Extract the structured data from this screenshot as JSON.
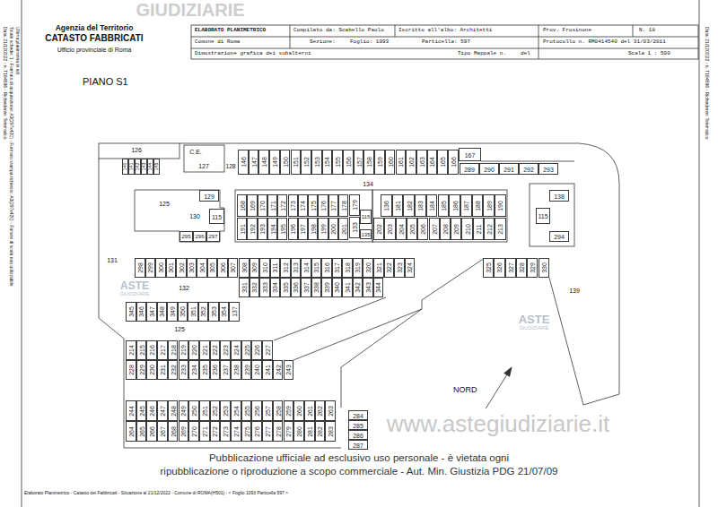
{
  "diagram": {
    "labels": [
      "GIUDIZIARIE",
      "Agenzia del Territorio",
      "CATASTO FABBRICATI",
      "Ufficio provinciale di Roma",
      "ELABORATO PLANIMETRICO",
      "Compilato da: Scabello Paolo",
      "Iscritto all'albo: Architetti",
      "Prov. Frosinone",
      "N. 18",
      "Comune di Roma",
      "Sezione:",
      "Foglio: 1093",
      "Particella: 597",
      "Protocollo n. RM0414540 del 31/03/2011",
      "Dimostrazione grafica dei subalterni",
      "Tipo Mappale n.",
      "del",
      "Scala 1 : 500",
      "PIANO S1",
      "Data: 21/12/2022 - n. T164596 - Richiedente: Telematico",
      "Totale schede: 1 - Formato di acquisizione: A3(297x420) - Formato stampa richiesto: A3(297x420) - Fattore di scala non utilizzabile",
      "Ultima planimetria in atti",
      "Data: 21/12/2022 - n. T164596 - Richiedente: Telematico",
      "126",
      "C.E.",
      "127",
      "128",
      "140",
      "141",
      "142",
      "143",
      "144",
      "145",
      "146",
      "147",
      "148",
      "149",
      "150",
      "151",
      "152",
      "153",
      "154",
      "155",
      "156",
      "157",
      "158",
      "159",
      "160",
      "161",
      "162",
      "163",
      "164",
      "165",
      "166",
      "167",
      "289",
      "290",
      "291",
      "292",
      "293",
      "134",
      "125",
      "129",
      "130",
      "115",
      "168",
      "169",
      "170",
      "171",
      "172",
      "173",
      "174",
      "175",
      "176",
      "177",
      "178",
      "179",
      "115",
      "136",
      "181",
      "182",
      "183",
      "184",
      "185",
      "186",
      "187",
      "188",
      "189",
      "190",
      "138",
      "115",
      "191",
      "192",
      "193",
      "194",
      "195",
      "196",
      "197",
      "198",
      "199",
      "200",
      "201",
      "133",
      "135",
      "202",
      "203",
      "204",
      "205",
      "206",
      "207",
      "208",
      "209",
      "210",
      "211",
      "212",
      "213",
      "295",
      "296",
      "297",
      "294",
      "131",
      "298",
      "299",
      "300",
      "301",
      "302",
      "303",
      "304",
      "305",
      "306",
      "307",
      "308",
      "309",
      "310",
      "311",
      "312",
      "313",
      "314",
      "315",
      "316",
      "317",
      "318",
      "319",
      "320",
      "321",
      "322",
      "323",
      "324",
      "325",
      "326",
      "327",
      "328",
      "329",
      "330",
      "132",
      "331",
      "332",
      "333",
      "334",
      "335",
      "336",
      "337",
      "338",
      "339",
      "340",
      "341",
      "342",
      "343",
      "344",
      "139",
      "345",
      "346",
      "347",
      "348",
      "349",
      "350",
      "351",
      "352",
      "353",
      "354",
      "137",
      "125",
      "214",
      "215",
      "216",
      "217",
      "218",
      "219",
      "220",
      "221",
      "222",
      "223",
      "224",
      "225",
      "226",
      "227",
      "228",
      "229",
      "230",
      "231",
      "232",
      "233",
      "234",
      "235",
      "236",
      "237",
      "238",
      "239",
      "240",
      "241",
      "242",
      "243",
      "NORD",
      "244",
      "245",
      "246",
      "247",
      "248",
      "249",
      "250",
      "251",
      "252",
      "253",
      "254",
      "255",
      "256",
      "257",
      "258",
      "259",
      "260",
      "261",
      "262",
      "263",
      "284",
      "285",
      "286",
      "287",
      "264",
      "265",
      "266",
      "267",
      "268",
      "269",
      "270",
      "271",
      "272",
      "273",
      "274",
      "275",
      "276",
      "277",
      "278",
      "279",
      "280",
      "281",
      "282",
      "283",
      "ASTE",
      "GIUDIZIARIE",
      "ASTE",
      "GIUDIZIARIE",
      "www.astegiudiziarie.it",
      "Pubblicazione ufficiale ad esclusivo uso personale - è vietata ogni",
      "ripubblicazione o riproduzione a scopo commerciale - Aut. Min. Giustizia PDG 21/07/09",
      "Elaborato Planimetrico - Catasto dei Fabbricati - Situazione al 21/12/2022 - Comune di ROMA(H501) - < Foglio 1093 Particella 597 >"
    ]
  }
}
